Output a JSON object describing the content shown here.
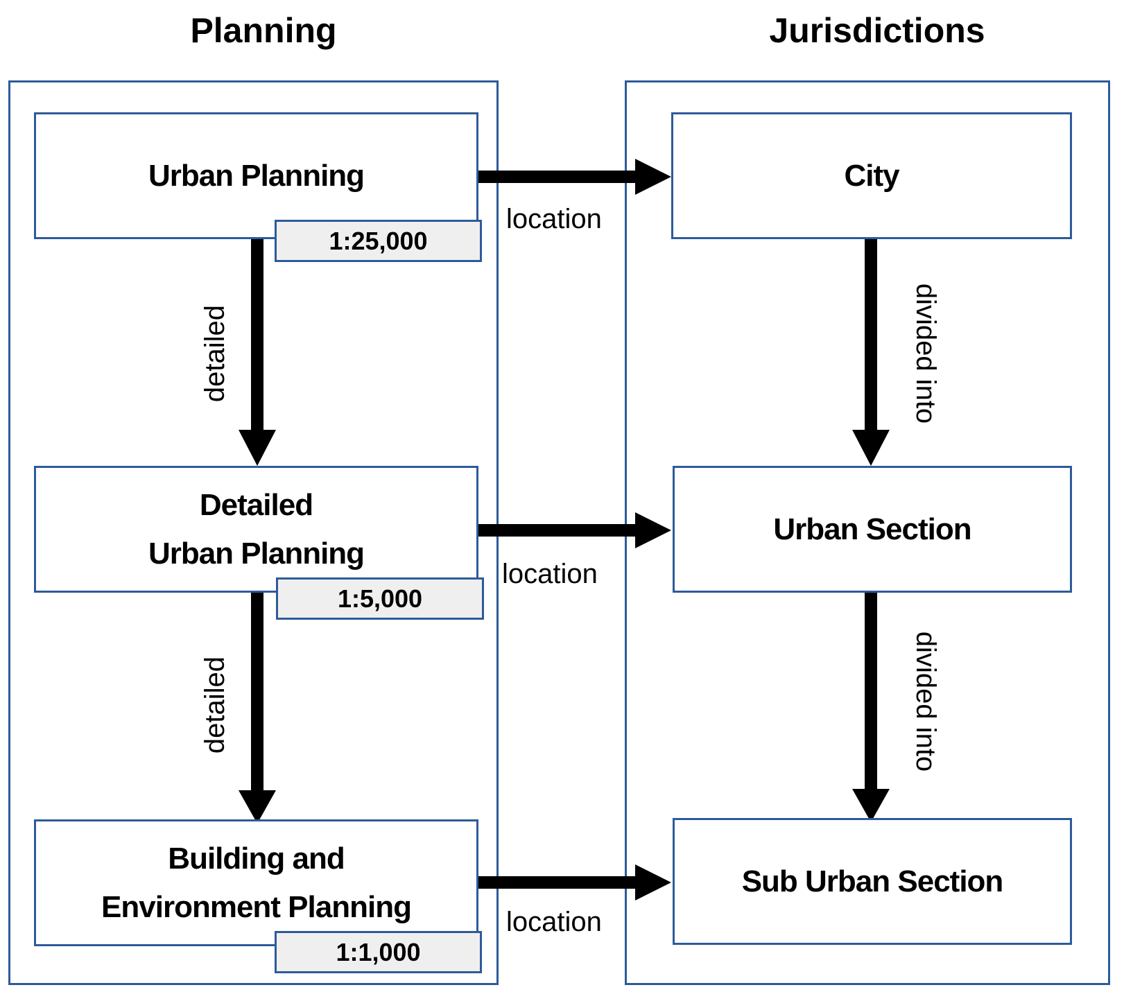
{
  "columns": {
    "left_title": "Planning",
    "right_title": "Jurisdictions"
  },
  "planning": {
    "urban_planning": {
      "label": "Urban Planning",
      "scale": "1:25,000"
    },
    "detailed_urban_planning": {
      "line1": "Detailed",
      "line2": "Urban Planning",
      "scale": "1:5,000"
    },
    "building_env_planning": {
      "line1": "Building and",
      "line2": "Environment Planning",
      "scale": "1:1,000"
    },
    "edge_label": "detailed"
  },
  "jurisdictions": {
    "city": "City",
    "urban_section": "Urban Section",
    "sub_urban_section": "Sub Urban Section",
    "edge_label": "divided into"
  },
  "cross_edge_label": "location",
  "colors": {
    "border": "#2e5a9a",
    "scale_fill": "#efefef",
    "arrow": "#000000"
  }
}
